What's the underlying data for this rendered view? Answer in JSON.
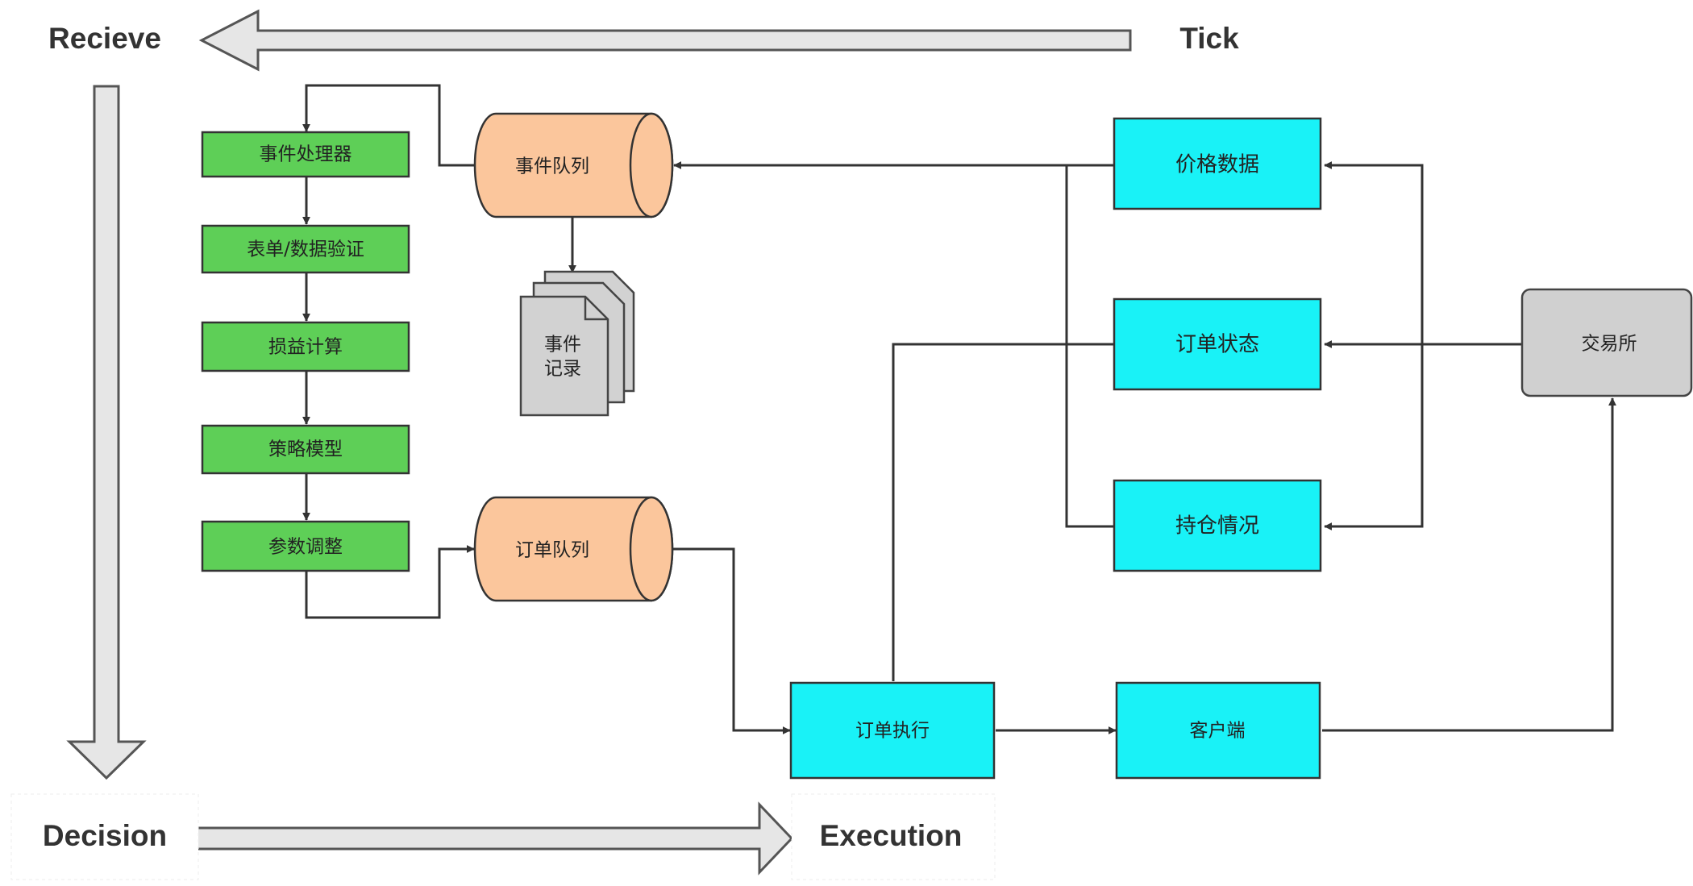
{
  "phases": {
    "receive": "Recieve",
    "tick": "Tick",
    "decision": "Decision",
    "execution": "Execution"
  },
  "pipeline": [
    "事件处理器",
    "表单/数据验证",
    "损益计算",
    "策略模型",
    "参数调整"
  ],
  "queues": {
    "event_queue": "事件队列",
    "order_queue": "订单队列"
  },
  "event_log": [
    "事件",
    "记录"
  ],
  "data_feeds": {
    "price": "价格数据",
    "order_status": "订单状态",
    "positions": "持仓情况"
  },
  "exchange": "交易所",
  "order_execution": "订单执行",
  "client": "客户端",
  "colors": {
    "pipeline_box": "#5ecf57",
    "queue": "#fbc69c",
    "data_box": "#19f2f7",
    "exchange_box": "#d0d0d0",
    "event_log": "#d2d2d2"
  }
}
